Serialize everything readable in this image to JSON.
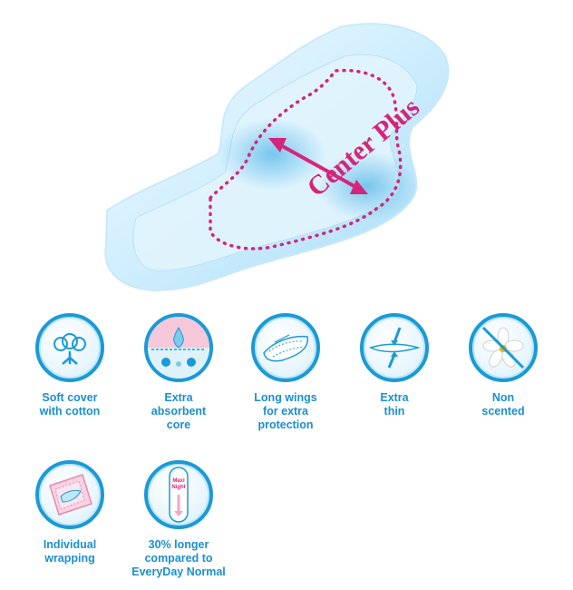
{
  "hero": {
    "text": "Center Plus"
  },
  "features": [
    {
      "icon": "cotton-flower-icon",
      "label": "Soft cover\nwith cotton"
    },
    {
      "icon": "absorbent-core-icon",
      "label": "Extra\nabsorbent\ncore"
    },
    {
      "icon": "long-wings-icon",
      "label": "Long wings\nfor extra\nprotection"
    },
    {
      "icon": "thin-pad-icon",
      "label": "Extra\nthin"
    },
    {
      "icon": "no-scent-flower-icon",
      "label": "Non\nscented"
    },
    {
      "icon": "wrapping-icon",
      "label": "Individual\nwrapping"
    },
    {
      "icon": "longer-pad-icon",
      "label": "30% longer\ncompared to\nEveryDay Normal",
      "pad_text_1": "Maxi",
      "pad_text_2": "Night"
    }
  ],
  "colors": {
    "accent_blue": "#1a9ad6",
    "accent_pink": "#d4257a"
  }
}
